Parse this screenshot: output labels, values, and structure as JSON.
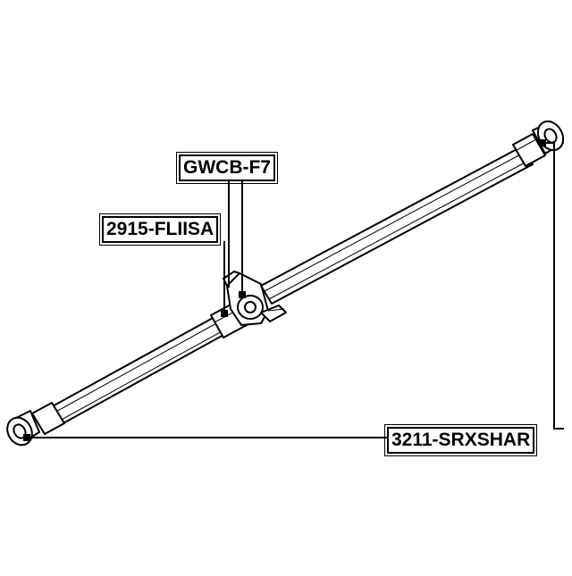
{
  "diagram": {
    "parts": [
      {
        "id": "gwcb",
        "label": "GWCB-F7"
      },
      {
        "id": "fliisa",
        "label": "2915-FLIISA"
      },
      {
        "id": "srxshar",
        "label": "3211-SRXSHAR"
      }
    ],
    "colors": {
      "line": "#000000",
      "background": "#ffffff"
    }
  }
}
